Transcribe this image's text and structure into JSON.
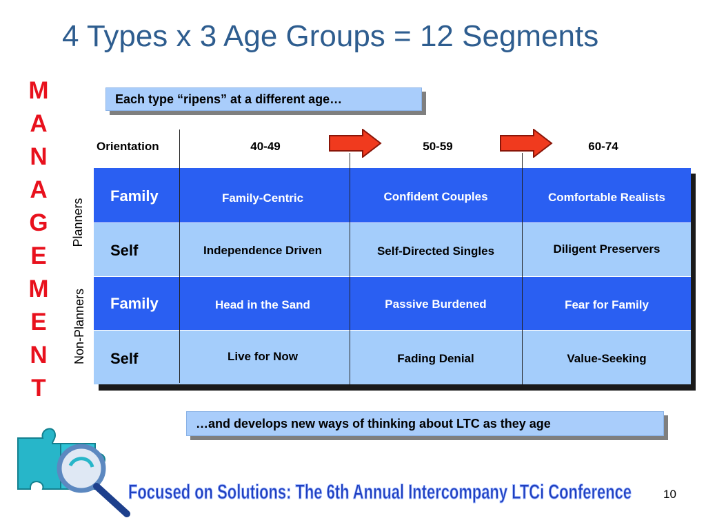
{
  "title": "4 Types x 3 Age Groups = 12 Segments",
  "side_word": [
    "M",
    "A",
    "N",
    "A",
    "G",
    "E",
    "M",
    "E",
    "N",
    "T"
  ],
  "callout_top": "Each type “ripens” at a different age…",
  "callout_bottom": "…and develops new ways of thinking about LTC as they age",
  "headers": {
    "orientation": "Orientation",
    "ages": [
      "40-49",
      "50-59",
      "60-74"
    ]
  },
  "groups": {
    "planners": "Planners",
    "non_planners": "Non-Planners"
  },
  "rows": [
    {
      "label": "Family",
      "cells": [
        "Family-Centric",
        "Confident Couples",
        "Comfortable Realists"
      ]
    },
    {
      "label": "Self",
      "cells": [
        "Independence Driven",
        "Self-Directed Singles",
        "Diligent Preservers"
      ]
    },
    {
      "label": "Family",
      "cells": [
        "Head in the Sand",
        "Passive Burdened",
        "Fear for Family"
      ]
    },
    {
      "label": "Self",
      "cells": [
        "Live for Now",
        "Fading Denial",
        "Value-Seeking"
      ]
    }
  ],
  "footer": "Focused on Solutions:  The 6th Annual Intercompany LTCi Conference",
  "page_number": "10",
  "colors": {
    "title": "#2e5d8f",
    "side_word": "#e8111d",
    "dark_row": "#2a5ff2",
    "light_row": "#a4cdfb",
    "arrow": "#f03a1e",
    "footer_text": "#1f3fbf"
  }
}
